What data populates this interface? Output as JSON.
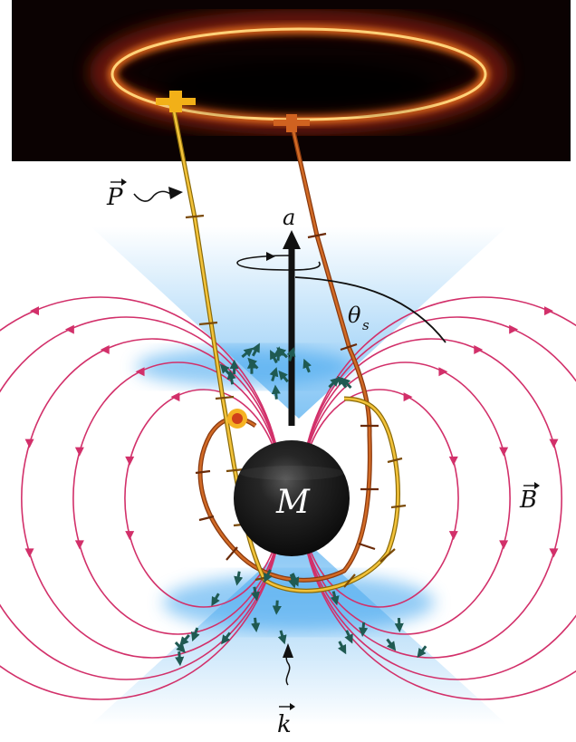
{
  "labels": {
    "polarization": "P",
    "spin": "a",
    "angle": "θ",
    "angle_sub": "s",
    "mass": "M",
    "field": "B",
    "wavevector": "k"
  },
  "colors": {
    "image_background": "#0b0202",
    "ring": "#f3a53a",
    "field_lines": "#d2306a",
    "cone": "#3aa2ee",
    "ray_primary": "#e0ac1c",
    "ray_secondary": "#c8591d",
    "black_hole": "#1a1a1a",
    "arrows": "#1f5a52"
  }
}
